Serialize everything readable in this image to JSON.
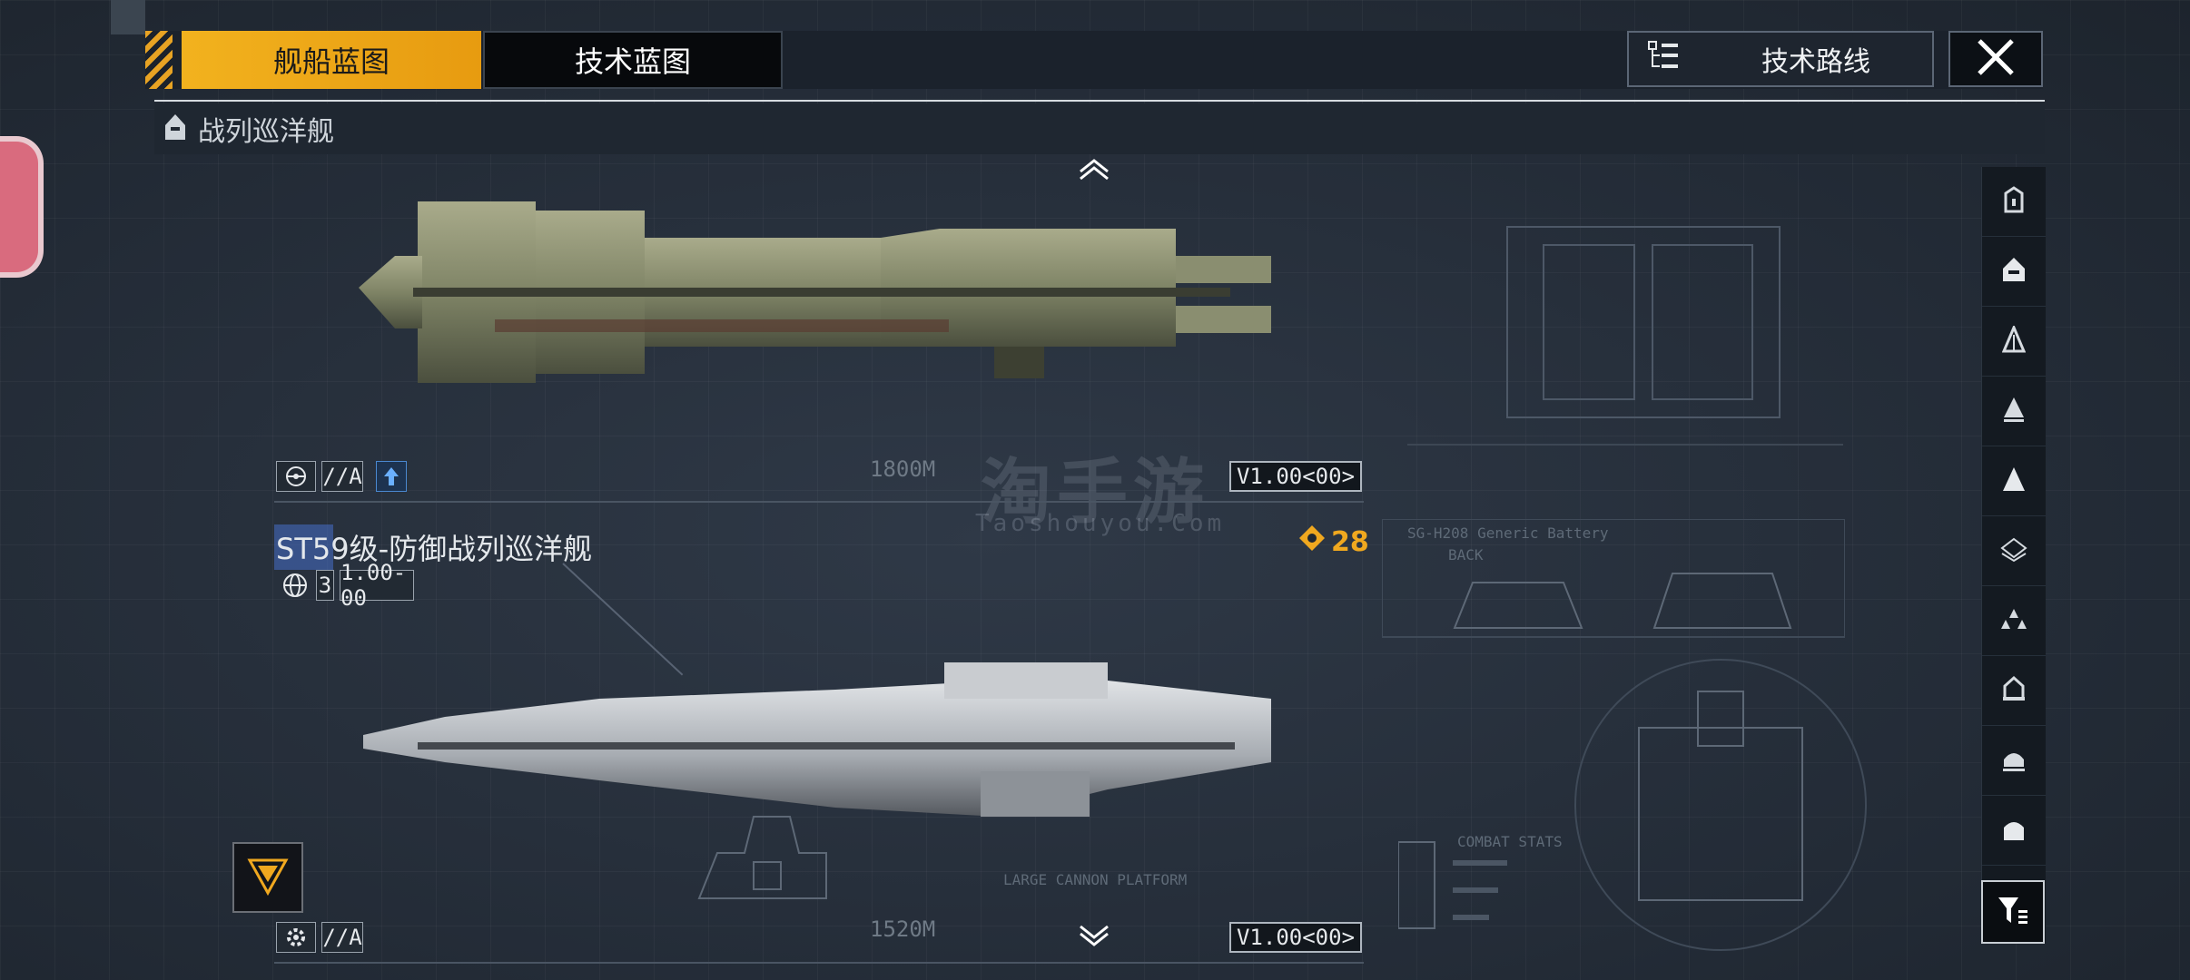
{
  "tabs": {
    "ship_blueprint": "舰船蓝图",
    "tech_blueprint": "技术蓝图"
  },
  "tech_route": {
    "label": "技术路线"
  },
  "category": {
    "label": "战列巡洋舰"
  },
  "ship_top": {
    "grade": "//A",
    "distance": "1800M",
    "version": "V1.00<00>"
  },
  "ship_main": {
    "name": "ST59级-防御战列巡洋舰",
    "level": "3",
    "value": "1.00-00",
    "cost": "28"
  },
  "ship_bottom": {
    "grade": "//A",
    "distance": "1520M",
    "version": "V1.00<00>"
  },
  "watermark": {
    "title": "淘手游",
    "site": "Taoshouyou.Com"
  },
  "panel_texts": {
    "battery": "SG-H208 Generic Battery",
    "back": "BACK",
    "platform": "LARGE CANNON PLATFORM",
    "combat_stats": "COMBAT STATS"
  },
  "colors": {
    "accent": "#f2b21e",
    "bg": "#26303c"
  },
  "icons": [
    "filter-icon",
    "close-icon",
    "tech-route-icon",
    "chevron-up-icon",
    "chevron-down-icon"
  ]
}
